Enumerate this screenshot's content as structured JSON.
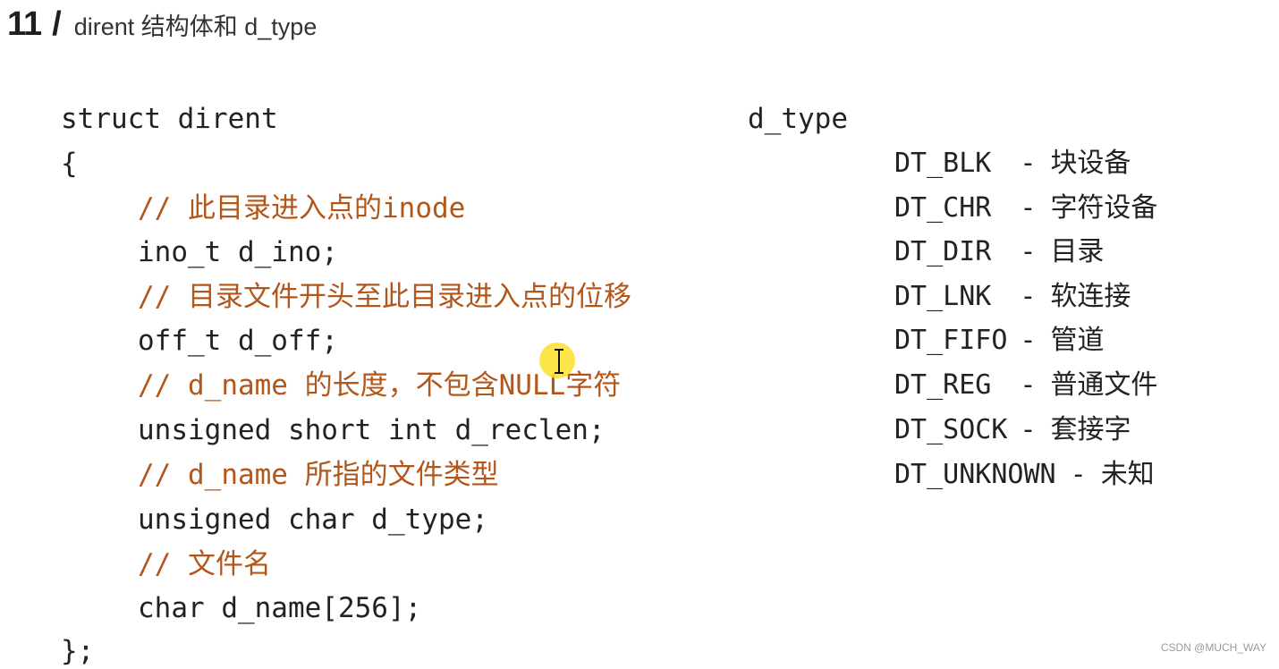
{
  "header": {
    "number": "11",
    "separator": "/",
    "title": "dirent 结构体和 d_type"
  },
  "code": {
    "struct_decl": "struct dirent",
    "open_brace": "{",
    "lines": [
      {
        "kind": "comment",
        "text": "// 此目录进入点的inode"
      },
      {
        "kind": "code",
        "text": "ino_t d_ino;"
      },
      {
        "kind": "comment",
        "text": "// 目录文件开头至此目录进入点的位移"
      },
      {
        "kind": "code",
        "text": "off_t d_off;"
      },
      {
        "kind": "comment",
        "text": "// d_name 的长度，不包含NULL字符"
      },
      {
        "kind": "code",
        "text": "unsigned short int d_reclen;"
      },
      {
        "kind": "comment",
        "text": "// d_name 所指的文件类型"
      },
      {
        "kind": "code",
        "text": "unsigned char d_type;"
      },
      {
        "kind": "comment",
        "text": "// 文件名"
      },
      {
        "kind": "code",
        "text": "char d_name[256];"
      }
    ],
    "close_brace": "};"
  },
  "d_type": {
    "heading": "d_type",
    "entries": [
      {
        "name": "DT_BLK",
        "dash": "-",
        "desc": "块设备"
      },
      {
        "name": "DT_CHR",
        "dash": "-",
        "desc": "字符设备"
      },
      {
        "name": "DT_DIR",
        "dash": "-",
        "desc": "目录"
      },
      {
        "name": "DT_LNK",
        "dash": "-",
        "desc": "软连接"
      },
      {
        "name": "DT_FIFO",
        "dash": "-",
        "desc": "管道"
      },
      {
        "name": "DT_REG",
        "dash": "-",
        "desc": "普通文件"
      },
      {
        "name": "DT_SOCK",
        "dash": "-",
        "desc": "套接字"
      },
      {
        "name": "DT_UNKNOWN",
        "dash": "-",
        "desc": "未知"
      }
    ]
  },
  "colors": {
    "code": "#222222",
    "comment": "#b3561a",
    "cursor_highlight": "#fae128"
  },
  "cursor": {
    "icon": "text-cursor-ibeam-icon"
  },
  "watermark": "CSDN @MUCH_WAY"
}
